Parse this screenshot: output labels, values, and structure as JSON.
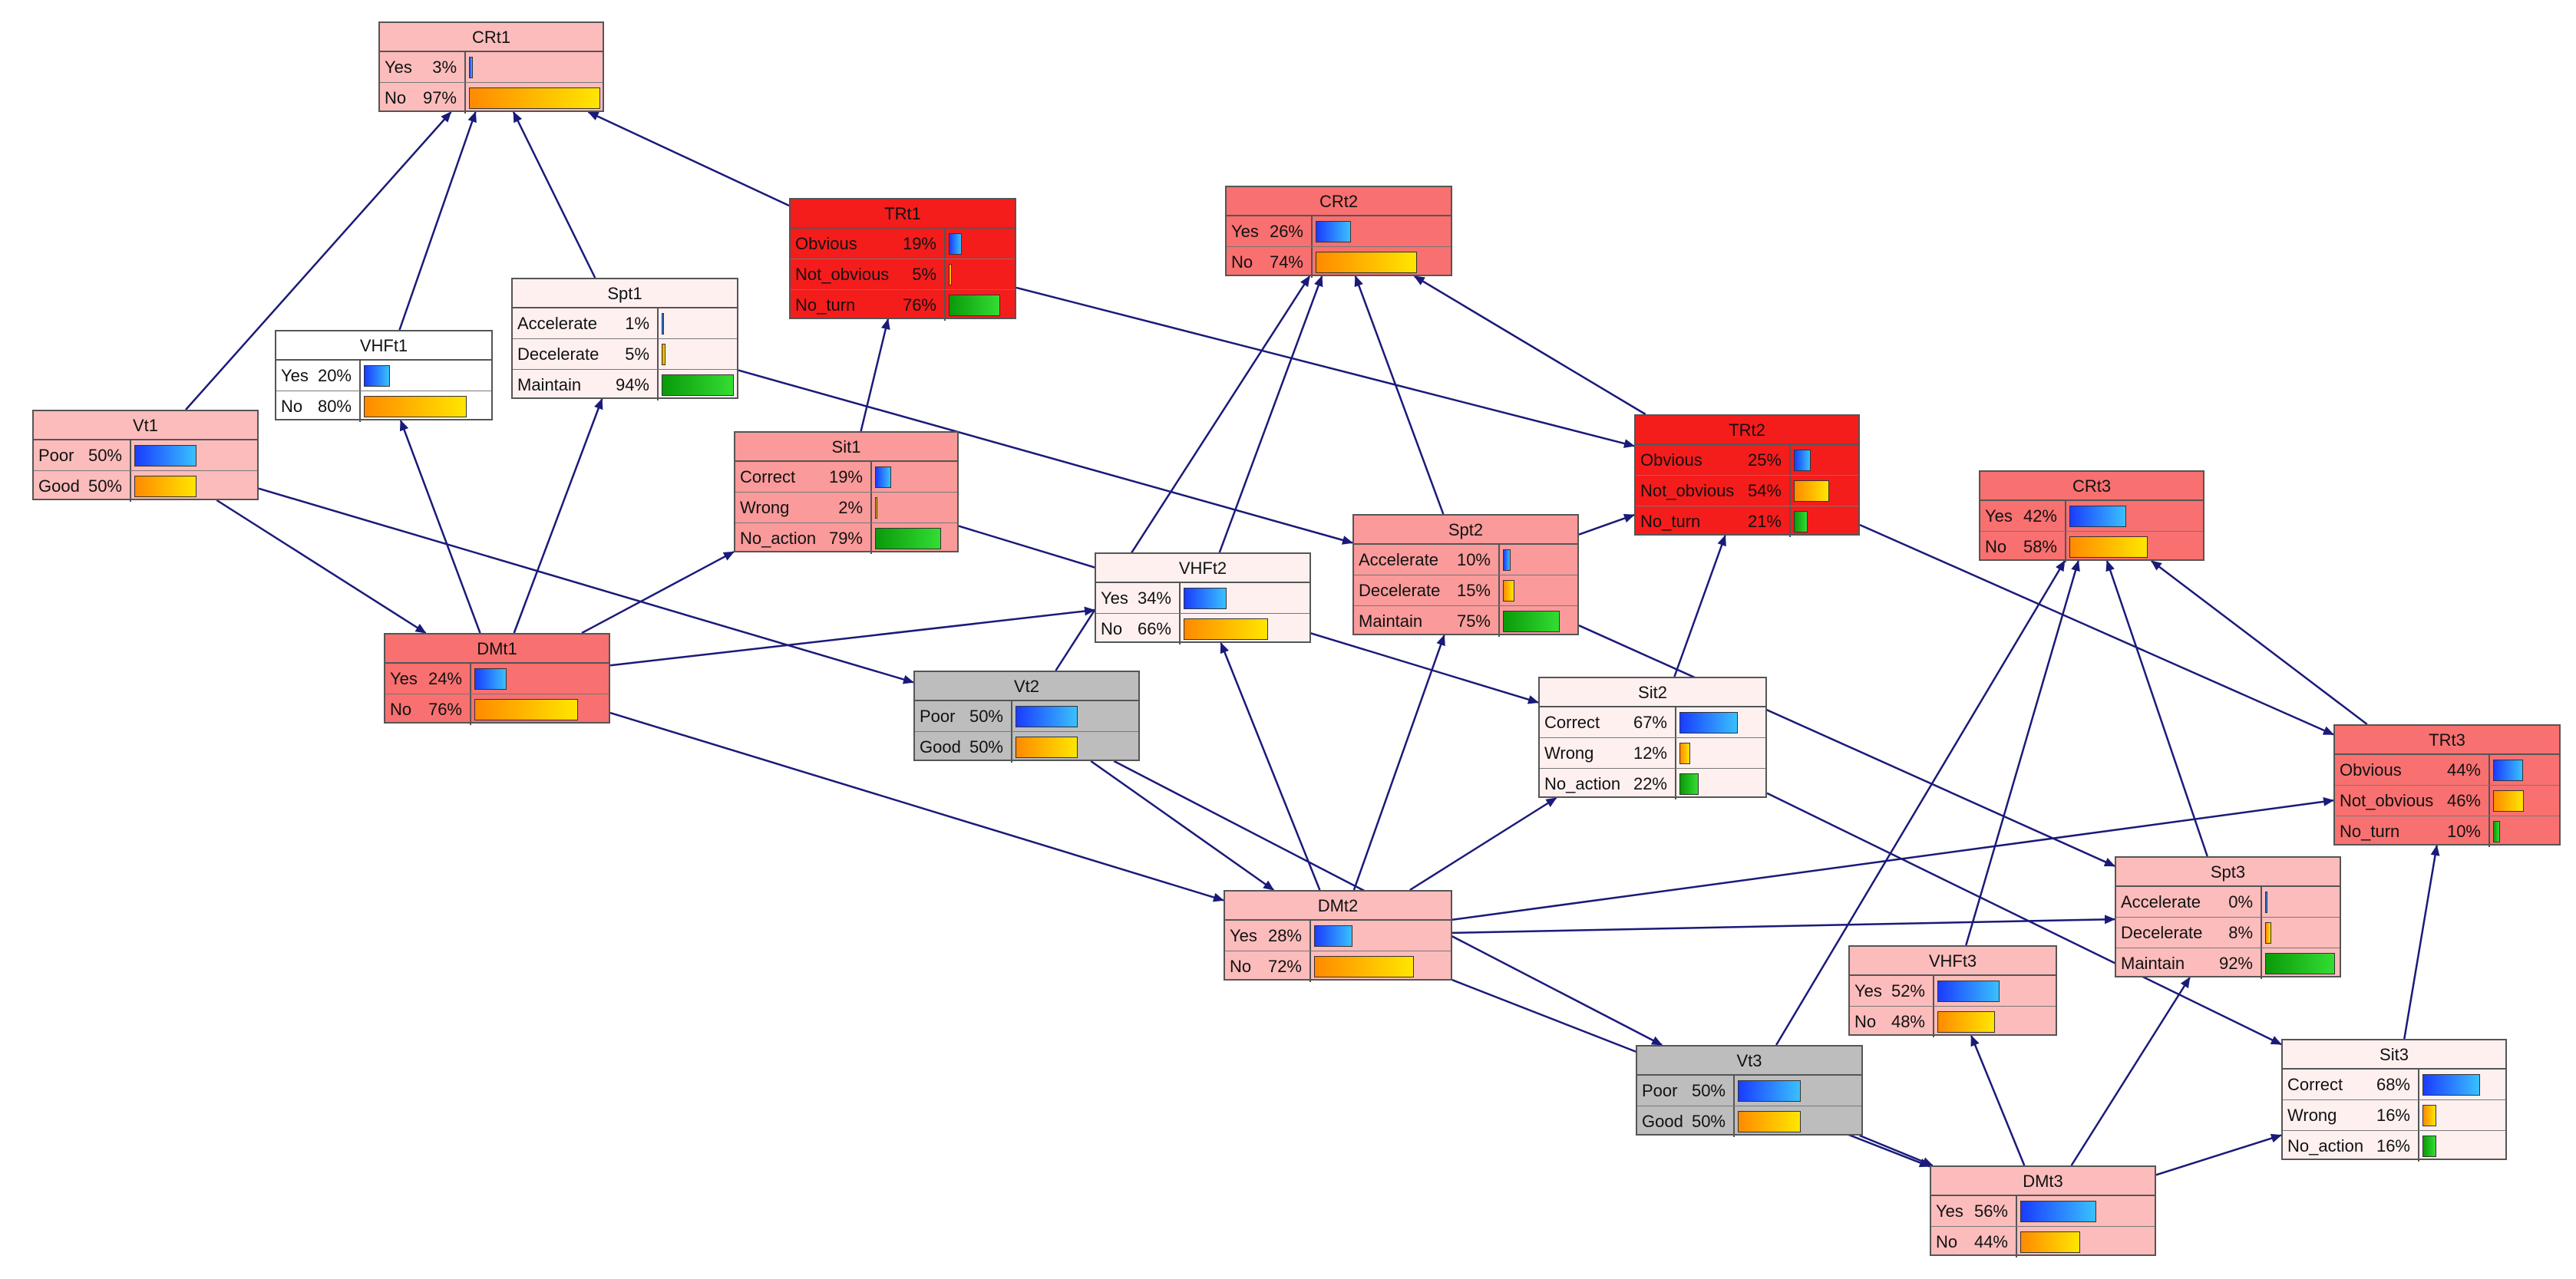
{
  "colors": {
    "edge": "#1a1a7a",
    "white": "#ffffff",
    "lightpink": "#fff0f0",
    "pink": "#fdbcbc",
    "salmon": "#fa9a9a",
    "coral": "#f87070",
    "red": "#f51c1c",
    "gray": "#bdbdbd"
  },
  "nodes": {
    "CRt1": {
      "title": "CRt1",
      "fill": "pink",
      "states": [
        {
          "label": "Yes",
          "pct": "3%",
          "value": 0.03
        },
        {
          "label": "No",
          "pct": "97%",
          "value": 0.97
        }
      ]
    },
    "TRt1": {
      "title": "TRt1",
      "fill": "red",
      "states": [
        {
          "label": "Obvious",
          "pct": "19%",
          "value": 0.19
        },
        {
          "label": "Not_obvious",
          "pct": "5%",
          "value": 0.05
        },
        {
          "label": "No_turn",
          "pct": "76%",
          "value": 0.76
        }
      ]
    },
    "Spt1": {
      "title": "Spt1",
      "fill": "lightpink",
      "states": [
        {
          "label": "Accelerate",
          "pct": "1%",
          "value": 0.01
        },
        {
          "label": "Decelerate",
          "pct": "5%",
          "value": 0.05
        },
        {
          "label": "Maintain",
          "pct": "94%",
          "value": 0.94
        }
      ]
    },
    "VHFt1": {
      "title": "VHFt1",
      "fill": "white",
      "states": [
        {
          "label": "Yes",
          "pct": "20%",
          "value": 0.2
        },
        {
          "label": "No",
          "pct": "80%",
          "value": 0.8
        }
      ]
    },
    "Vt1": {
      "title": "Vt1",
      "fill": "pink",
      "states": [
        {
          "label": "Poor",
          "pct": "50%",
          "value": 0.5
        },
        {
          "label": "Good",
          "pct": "50%",
          "value": 0.5
        }
      ]
    },
    "Sit1": {
      "title": "Sit1",
      "fill": "salmon",
      "states": [
        {
          "label": "Correct",
          "pct": "19%",
          "value": 0.19
        },
        {
          "label": "Wrong",
          "pct": "2%",
          "value": 0.02
        },
        {
          "label": "No_action",
          "pct": "79%",
          "value": 0.79
        }
      ]
    },
    "DMt1": {
      "title": "DMt1",
      "fill": "coral",
      "states": [
        {
          "label": "Yes",
          "pct": "24%",
          "value": 0.24
        },
        {
          "label": "No",
          "pct": "76%",
          "value": 0.76
        }
      ]
    },
    "CRt2": {
      "title": "CRt2",
      "fill": "coral",
      "states": [
        {
          "label": "Yes",
          "pct": "26%",
          "value": 0.26
        },
        {
          "label": "No",
          "pct": "74%",
          "value": 0.74
        }
      ]
    },
    "TRt2": {
      "title": "TRt2",
      "fill": "red",
      "states": [
        {
          "label": "Obvious",
          "pct": "25%",
          "value": 0.25
        },
        {
          "label": "Not_obvious",
          "pct": "54%",
          "value": 0.54
        },
        {
          "label": "No_turn",
          "pct": "21%",
          "value": 0.21
        }
      ]
    },
    "Spt2": {
      "title": "Spt2",
      "fill": "salmon",
      "states": [
        {
          "label": "Accelerate",
          "pct": "10%",
          "value": 0.1
        },
        {
          "label": "Decelerate",
          "pct": "15%",
          "value": 0.15
        },
        {
          "label": "Maintain",
          "pct": "75%",
          "value": 0.75
        }
      ]
    },
    "VHFt2": {
      "title": "VHFt2",
      "fill": "lightpink",
      "states": [
        {
          "label": "Yes",
          "pct": "34%",
          "value": 0.34
        },
        {
          "label": "No",
          "pct": "66%",
          "value": 0.66
        }
      ]
    },
    "Vt2": {
      "title": "Vt2",
      "fill": "gray",
      "states": [
        {
          "label": "Poor",
          "pct": "50%",
          "value": 0.5
        },
        {
          "label": "Good",
          "pct": "50%",
          "value": 0.5
        }
      ]
    },
    "Sit2": {
      "title": "Sit2",
      "fill": "lightpink",
      "states": [
        {
          "label": "Correct",
          "pct": "67%",
          "value": 0.67
        },
        {
          "label": "Wrong",
          "pct": "12%",
          "value": 0.12
        },
        {
          "label": "No_action",
          "pct": "22%",
          "value": 0.22
        }
      ]
    },
    "DMt2": {
      "title": "DMt2",
      "fill": "pink",
      "states": [
        {
          "label": "Yes",
          "pct": "28%",
          "value": 0.28
        },
        {
          "label": "No",
          "pct": "72%",
          "value": 0.72
        }
      ]
    },
    "CRt3": {
      "title": "CRt3",
      "fill": "coral",
      "states": [
        {
          "label": "Yes",
          "pct": "42%",
          "value": 0.42
        },
        {
          "label": "No",
          "pct": "58%",
          "value": 0.58
        }
      ]
    },
    "TRt3": {
      "title": "TRt3",
      "fill": "coral",
      "states": [
        {
          "label": "Obvious",
          "pct": "44%",
          "value": 0.44
        },
        {
          "label": "Not_obvious",
          "pct": "46%",
          "value": 0.46
        },
        {
          "label": "No_turn",
          "pct": "10%",
          "value": 0.1
        }
      ]
    },
    "Spt3": {
      "title": "Spt3",
      "fill": "pink",
      "states": [
        {
          "label": "Accelerate",
          "pct": "0%",
          "value": 0.0
        },
        {
          "label": "Decelerate",
          "pct": "8%",
          "value": 0.08
        },
        {
          "label": "Maintain",
          "pct": "92%",
          "value": 0.92
        }
      ]
    },
    "VHFt3": {
      "title": "VHFt3",
      "fill": "pink",
      "states": [
        {
          "label": "Yes",
          "pct": "52%",
          "value": 0.52
        },
        {
          "label": "No",
          "pct": "48%",
          "value": 0.48
        }
      ]
    },
    "Vt3": {
      "title": "Vt3",
      "fill": "gray",
      "states": [
        {
          "label": "Poor",
          "pct": "50%",
          "value": 0.5
        },
        {
          "label": "Good",
          "pct": "50%",
          "value": 0.5
        }
      ]
    },
    "Sit3": {
      "title": "Sit3",
      "fill": "lightpink",
      "states": [
        {
          "label": "Correct",
          "pct": "68%",
          "value": 0.68
        },
        {
          "label": "Wrong",
          "pct": "16%",
          "value": 0.16
        },
        {
          "label": "No_action",
          "pct": "16%",
          "value": 0.16
        }
      ]
    },
    "DMt3": {
      "title": "DMt3",
      "fill": "pink",
      "states": [
        {
          "label": "Yes",
          "pct": "56%",
          "value": 0.56
        },
        {
          "label": "No",
          "pct": "44%",
          "value": 0.44
        }
      ]
    }
  },
  "edges": [
    [
      "Vt1",
      "CRt1"
    ],
    [
      "VHFt1",
      "CRt1"
    ],
    [
      "Spt1",
      "CRt1"
    ],
    [
      "TRt1",
      "CRt1"
    ],
    [
      "DMt1",
      "VHFt1"
    ],
    [
      "DMt1",
      "Spt1"
    ],
    [
      "DMt1",
      "Sit1"
    ],
    [
      "Sit1",
      "TRt1"
    ],
    [
      "Vt1",
      "DMt1"
    ],
    [
      "Vt1",
      "Vt2"
    ],
    [
      "Spt1",
      "Spt2"
    ],
    [
      "TRt1",
      "TRt2"
    ],
    [
      "DMt1",
      "DMt2"
    ],
    [
      "Sit1",
      "Sit2"
    ],
    [
      "DMt1",
      "VHFt2"
    ],
    [
      "Vt2",
      "CRt2"
    ],
    [
      "VHFt2",
      "CRt2"
    ],
    [
      "Spt2",
      "CRt2"
    ],
    [
      "TRt2",
      "CRt2"
    ],
    [
      "DMt2",
      "VHFt2"
    ],
    [
      "DMt2",
      "Spt2"
    ],
    [
      "DMt2",
      "Sit2"
    ],
    [
      "Sit2",
      "TRt2"
    ],
    [
      "Spt2",
      "TRt2"
    ],
    [
      "Vt2",
      "DMt2"
    ],
    [
      "Vt2",
      "Vt3"
    ],
    [
      "Spt2",
      "Spt3"
    ],
    [
      "TRt2",
      "TRt3"
    ],
    [
      "DMt2",
      "DMt3"
    ],
    [
      "Sit2",
      "Sit3"
    ],
    [
      "DMt2",
      "TRt3"
    ],
    [
      "DMt2",
      "Spt3"
    ],
    [
      "Vt3",
      "CRt3"
    ],
    [
      "VHFt3",
      "CRt3"
    ],
    [
      "Spt3",
      "CRt3"
    ],
    [
      "TRt3",
      "CRt3"
    ],
    [
      "DMt3",
      "VHFt3"
    ],
    [
      "DMt3",
      "Spt3"
    ],
    [
      "DMt3",
      "Sit3"
    ],
    [
      "Sit3",
      "TRt3"
    ],
    [
      "Vt3",
      "DMt3"
    ]
  ]
}
